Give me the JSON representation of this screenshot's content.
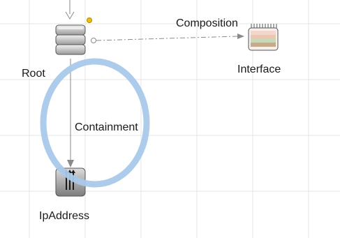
{
  "diagram": {
    "nodes": {
      "root": {
        "label": "Root",
        "icon": "server-stack-icon"
      },
      "interface": {
        "label": "Interface",
        "icon": "network-card-icon"
      },
      "ipaddress": {
        "label": "IpAddress",
        "icon": "ip-address-icon"
      }
    },
    "edges": {
      "composition": {
        "label": "Composition",
        "from": "Root",
        "to": "Interface",
        "style": "dash-dot"
      },
      "containment": {
        "label": "Containment",
        "from": "Root",
        "to": "IpAddress",
        "style": "solid"
      }
    },
    "grid": true,
    "highlight": {
      "shape": "ellipse",
      "color": "#a9c8ea"
    },
    "colors": {
      "grid_line": "#e6e6e6",
      "edge_line": "#8a8a8a",
      "status_dot": "#f0c000"
    }
  }
}
